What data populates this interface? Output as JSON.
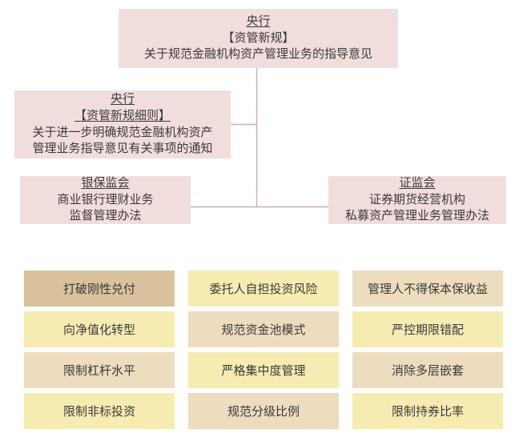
{
  "diagram": {
    "line_color": "#c9afb0",
    "node_fill": "#f1dedc",
    "text_color": "#3a3a3a",
    "nodes": {
      "top": {
        "title": "央行",
        "bracket": "【资管新规】",
        "body": "关于规范金融机构资产管理业务的指导意见"
      },
      "detail": {
        "title": "央行",
        "bracket": "【资管新规细则】",
        "body_line1": "关于进一步明确规范金融机构资产",
        "body_line2": "管理业务指导意见有关事项的通知"
      },
      "cbirc": {
        "title": "银保监会",
        "body_line1": "商业银行理财业务",
        "body_line2": "监督管理办法"
      },
      "csrc": {
        "title": "证监会",
        "body_line1": "证券期货经营机构",
        "body_line2": "私募资产管理业务管理办法"
      }
    }
  },
  "measures": {
    "palette": {
      "dark": "#d9c29c",
      "mid": "#eddcbe",
      "light": "#f6ecb2"
    },
    "cells": [
      {
        "label": "打破刚性兑付",
        "shade": "shade-dark"
      },
      {
        "label": "委托人自担投资风险",
        "shade": "shade-light"
      },
      {
        "label": "管理人不得保本保收益",
        "shade": "shade-mid"
      },
      {
        "label": "向净值化转型",
        "shade": "shade-light"
      },
      {
        "label": "规范资金池模式",
        "shade": "shade-mid"
      },
      {
        "label": "严控期限错配",
        "shade": "shade-light"
      },
      {
        "label": "限制杠杆水平",
        "shade": "shade-mid"
      },
      {
        "label": "严格集中度管理",
        "shade": "shade-light"
      },
      {
        "label": "消除多层嵌套",
        "shade": "shade-mid"
      },
      {
        "label": "限制非标投资",
        "shade": "shade-light"
      },
      {
        "label": "规范分级比例",
        "shade": "shade-mid"
      },
      {
        "label": "限制持券比率",
        "shade": "shade-light"
      }
    ]
  }
}
